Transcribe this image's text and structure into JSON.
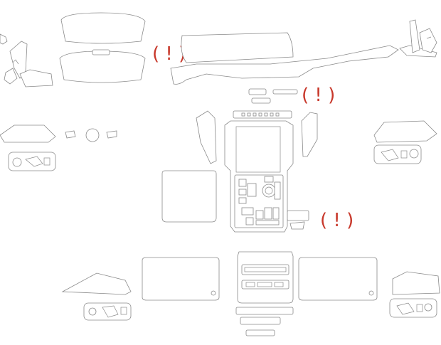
{
  "warnings": [
    {
      "id": "dashboard-warning",
      "text": "( ! )"
    },
    {
      "id": "center-console-top-warning",
      "text": "( ! )"
    },
    {
      "id": "gear-panel-warning",
      "text": "( ! )"
    }
  ],
  "colors": {
    "outline": "#8a8a8a",
    "warning": "#c8382b",
    "background": "#ffffff"
  }
}
